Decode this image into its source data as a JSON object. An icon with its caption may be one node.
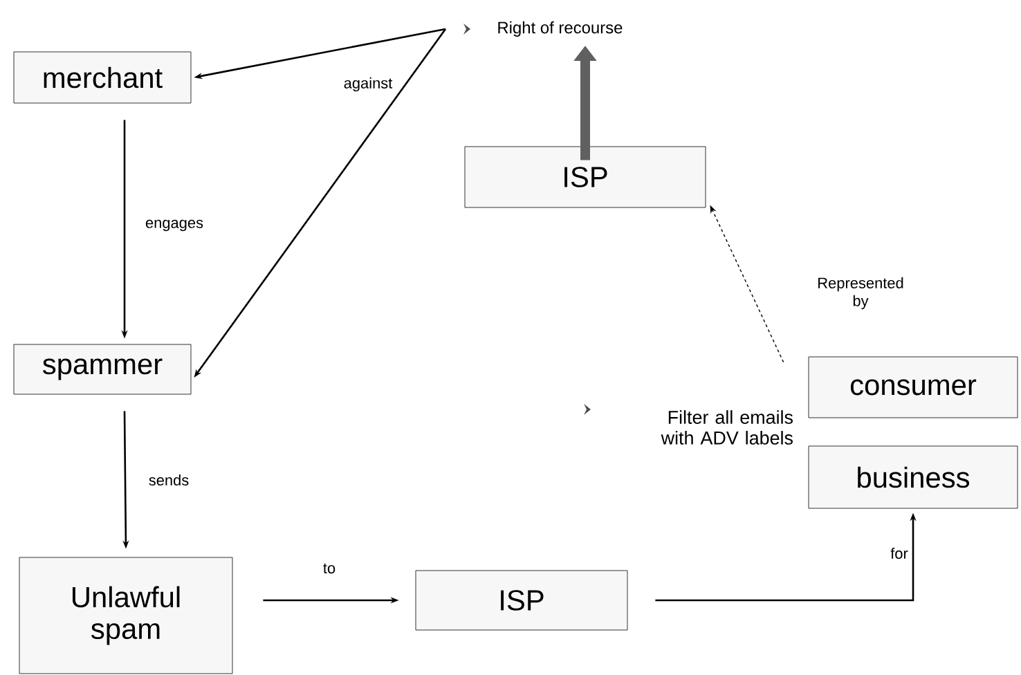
{
  "diagram": {
    "nodes": [
      {
        "text": [
          "merchant"
        ]
      },
      {
        "text": [
          "spammer"
        ]
      },
      {
        "text": [
          "Unlawful spam"
        ]
      },
      {
        "text": [
          "ISP"
        ]
      },
      {
        "text": [
          "business"
        ]
      },
      {
        "text": [
          "consumer"
        ]
      },
      {
        "text": [
          "ISP"
        ]
      },
      {
        "text": [
          "Right of recourse"
        ]
      },
      {
        "text": [
          "Filter all emails with ADV labels"
        ]
      }
    ],
    "edges": [
      {
        "from": 0,
        "to": 1,
        "arrow": "to",
        "label": "engages"
      },
      {
        "from": 1,
        "to": 2,
        "arrow": "to",
        "label": "sends"
      },
      {
        "from": 2,
        "to": 3,
        "arrow": "to",
        "label": "to"
      },
      {
        "from": 3,
        "to": 4,
        "arrow": "to",
        "label": "for"
      },
      {
        "from": 7,
        "to": 0,
        "arrow": "to"
      },
      {
        "from": 7,
        "to": 1,
        "arrow": "to",
        "label": "against"
      },
      {
        "from": 6,
        "to": 7,
        "arrow": "to",
        "style": "thick",
        "color": "#606060"
      },
      {
        "from": 5,
        "to": 6,
        "arrow": "to",
        "style": "dashed",
        "label": "Represented by"
      }
    ]
  }
}
